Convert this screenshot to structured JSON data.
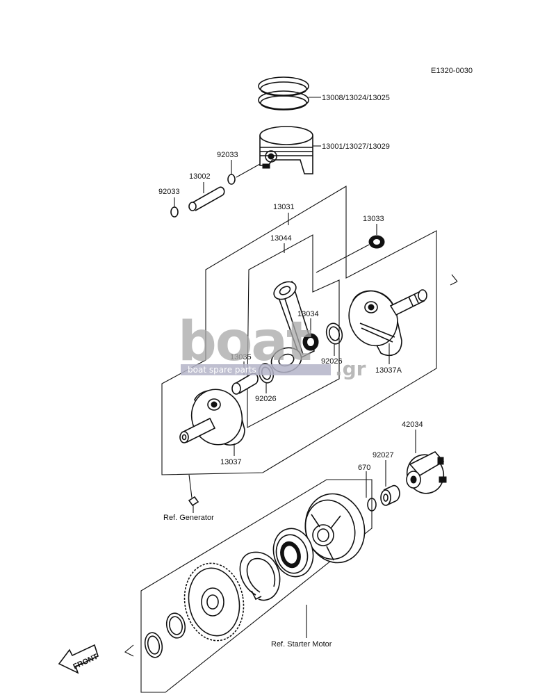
{
  "diagram_code": "E1320-0030",
  "labels": {
    "rings": "13008/13024/13025",
    "piston": "13001/13027/13029",
    "clip_upper": "92033",
    "pin": "13002",
    "clip_lower": "92033",
    "crank_assy": "13031",
    "rod_assy": "13044",
    "bearing_top": "13033",
    "bearing_mid": "13034",
    "washer_right": "92026",
    "crank_right": "13037A",
    "crank_pin": "13035",
    "washer_left": "92026",
    "crank_left": "13037",
    "flywheel_part": "42034",
    "collar": "92027",
    "oring": "670",
    "ref_generator": "Ref. Generator",
    "ref_starter": "Ref. Starter Motor",
    "front": "FRONT"
  },
  "watermark": {
    "main": "boat",
    "tagline": "boat spare parts",
    "suffix": ".gr"
  },
  "colors": {
    "line": "#111111",
    "watermark_gray": "#a8a8a8",
    "watermark_band": "#b4b4c8"
  }
}
